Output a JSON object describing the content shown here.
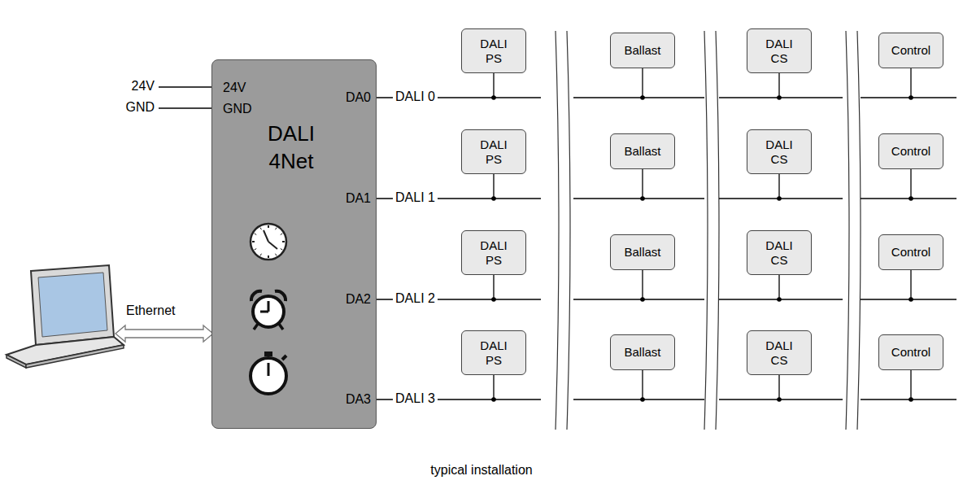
{
  "diagram": {
    "caption": "typical installation",
    "nodes": [
      {
        "text": [
          "DALI 4Net",
          "24V",
          "GND",
          "DA0",
          "DA1",
          "DA2",
          "DA3"
        ]
      },
      {
        "text": [
          "DALI PS"
        ]
      },
      {
        "text": [
          "Ballast"
        ]
      },
      {
        "text": [
          "DALI CS"
        ]
      },
      {
        "text": [
          "Control"
        ]
      },
      {
        "text": [
          "DALI PS"
        ]
      },
      {
        "text": [
          "Ballast"
        ]
      },
      {
        "text": [
          "DALI CS"
        ]
      },
      {
        "text": [
          "Control"
        ]
      },
      {
        "text": [
          "DALI PS"
        ]
      },
      {
        "text": [
          "Ballast"
        ]
      },
      {
        "text": [
          "DALI CS"
        ]
      },
      {
        "text": [
          "Control"
        ]
      },
      {
        "text": [
          "DALI PS"
        ]
      },
      {
        "text": [
          "Ballast"
        ]
      },
      {
        "text": [
          "DALI CS"
        ]
      },
      {
        "text": [
          "Control"
        ]
      }
    ],
    "edges": [
      {
        "from": 0,
        "to": 1,
        "arrow": "none",
        "label": "DALI 0"
      },
      {
        "from": 0,
        "to": 5,
        "arrow": "none",
        "label": "DALI 1"
      },
      {
        "from": 0,
        "to": 9,
        "arrow": "none",
        "label": "DALI 2"
      },
      {
        "from": 0,
        "to": 13,
        "arrow": "none",
        "label": "DALI 3"
      }
    ],
    "labels": [
      "24V",
      "GND",
      "Ethernet"
    ]
  }
}
